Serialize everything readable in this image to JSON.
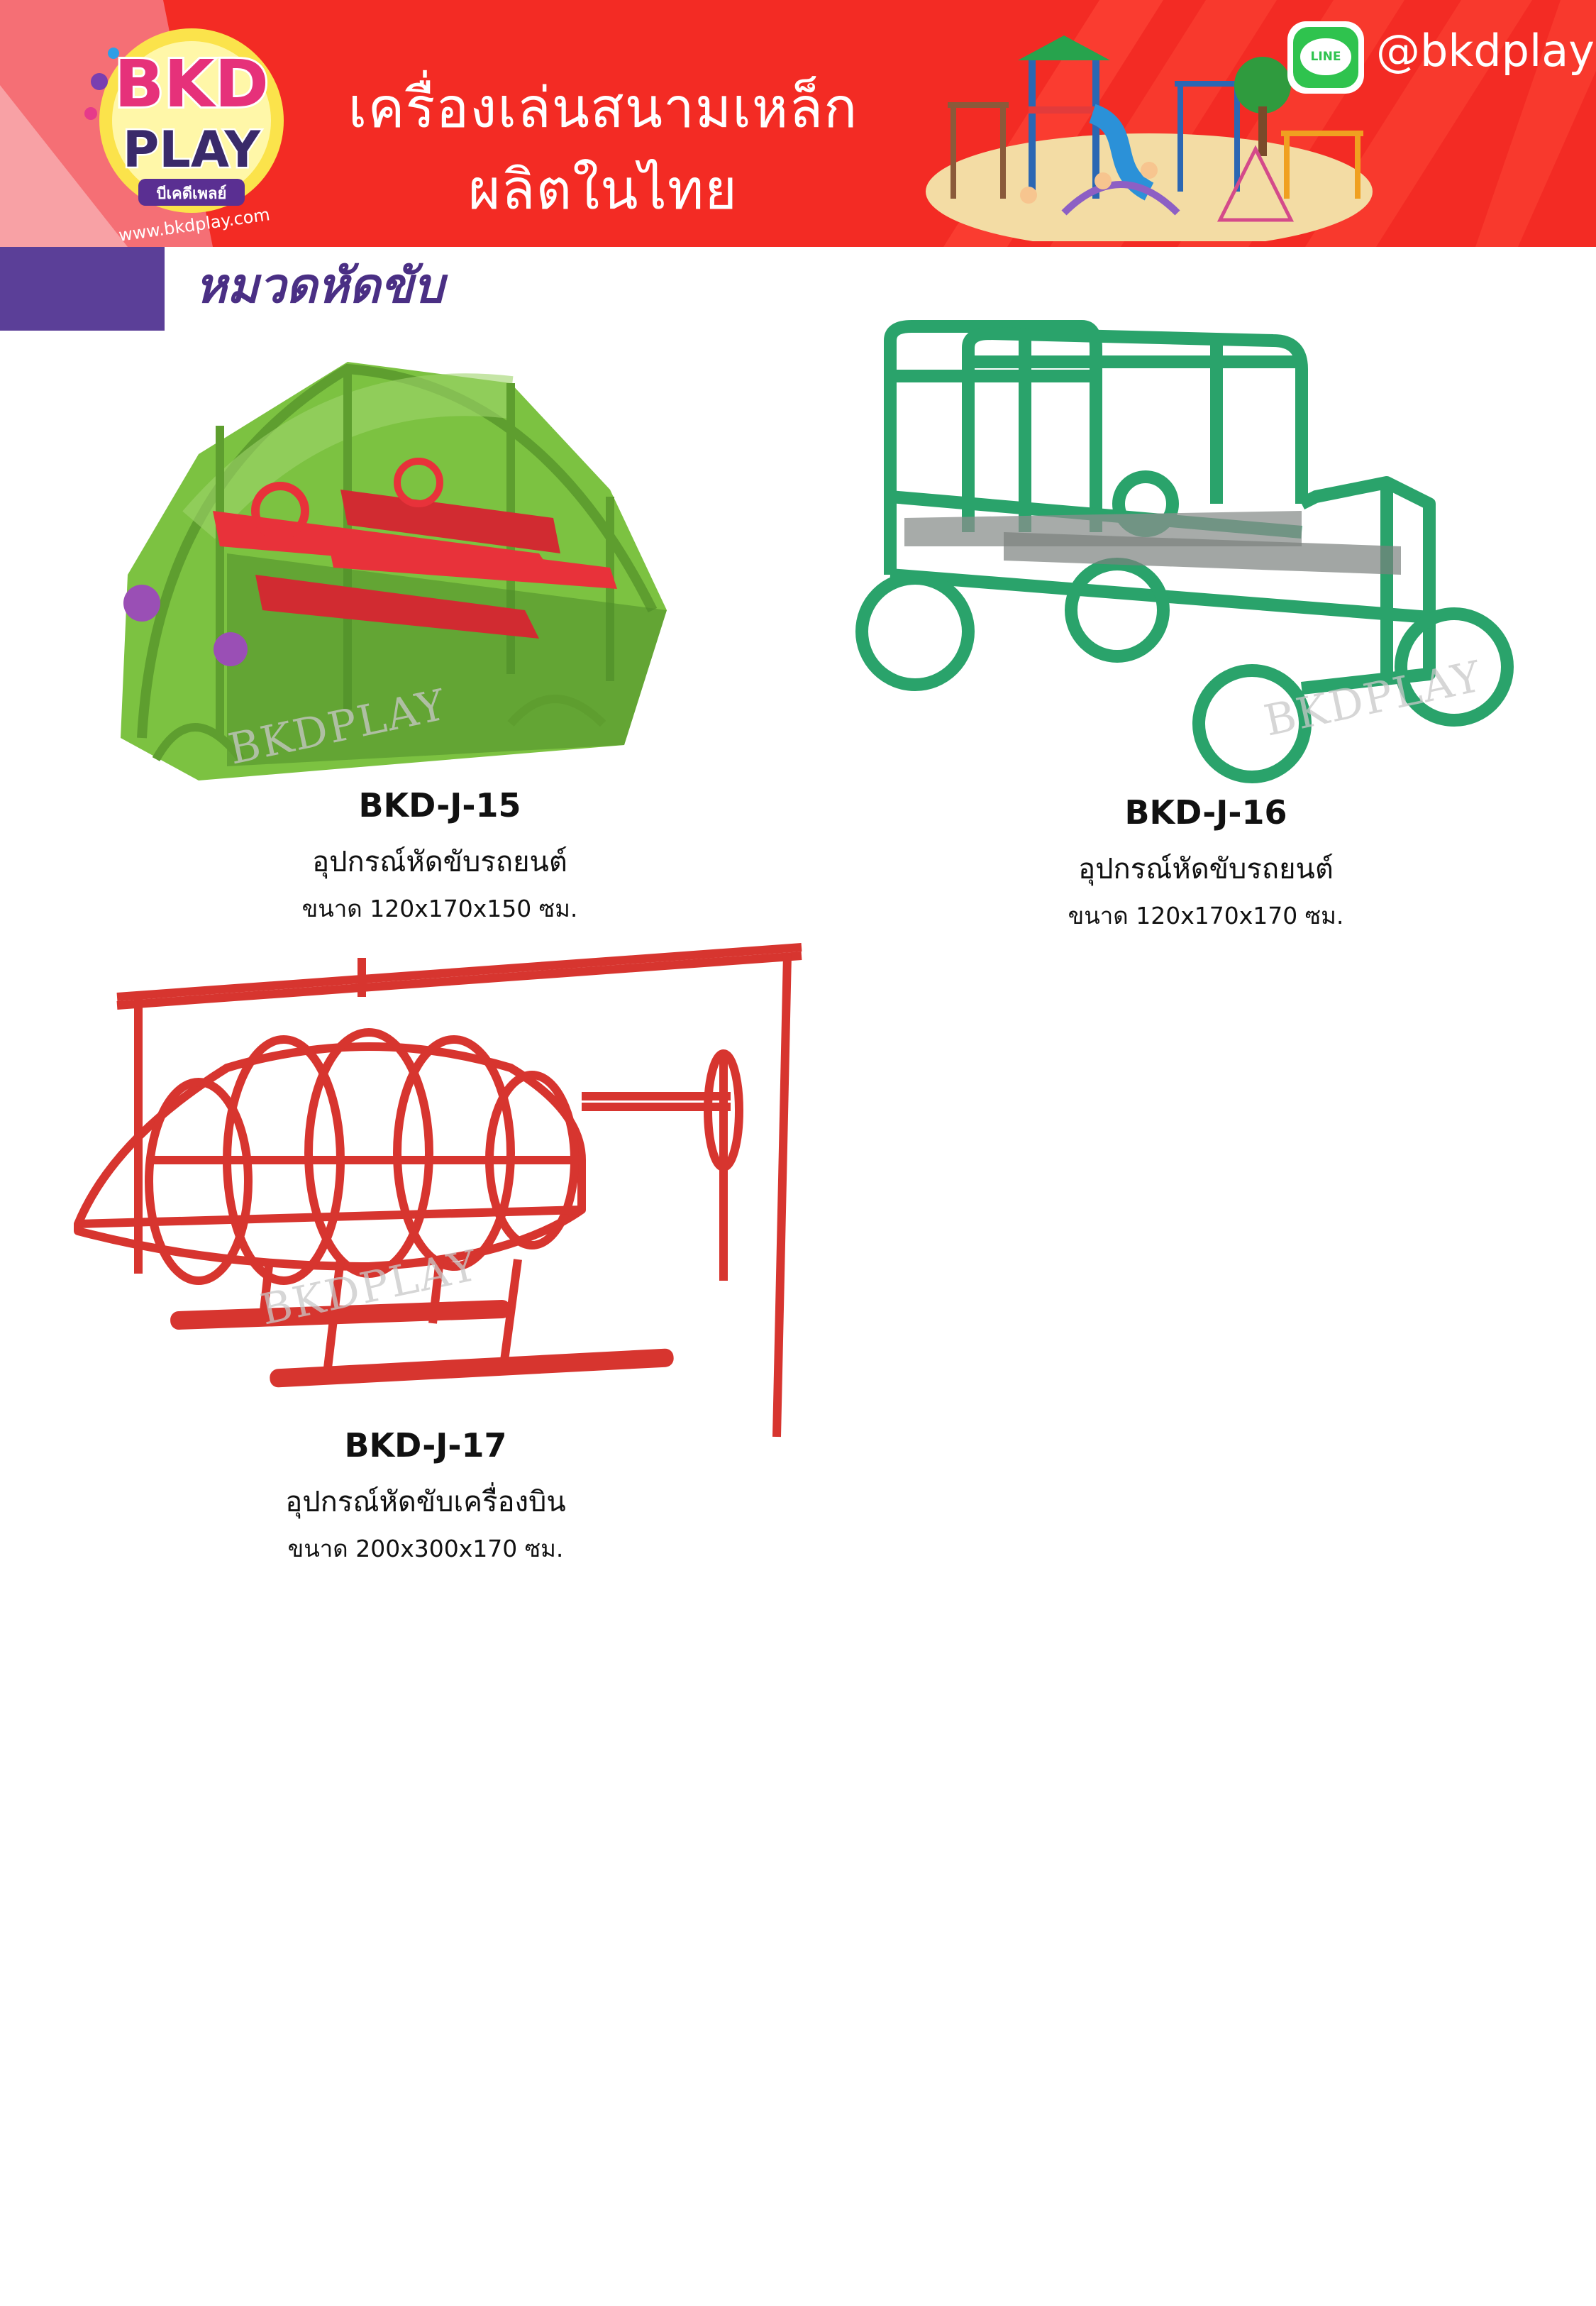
{
  "header": {
    "brand_line1": "BKD",
    "brand_line2": "PLAY",
    "brand_thai": "บีเคดีเพลย์",
    "brand_url": "www.bkdplay.com",
    "headline_line1": "เครื่องเล่นสนามเหล็ก",
    "headline_line2": "ผลิตในไทย",
    "line_badge": "LINE",
    "line_handle": "@bkdplay"
  },
  "category": {
    "title": "หมวดหัดขับ"
  },
  "products": [
    {
      "watermark": "BKDPLAY",
      "code": "BKD-J-15",
      "name": "อุปกรณ์หัดขับรถยนต์",
      "size": "ขนาด 120x170x150 ซม."
    },
    {
      "watermark": "BKDPLAY",
      "code": "BKD-J-16",
      "name": "อุปกรณ์หัดขับรถยนต์",
      "size": "ขนาด 120x170x170 ซม."
    },
    {
      "watermark": "BKDPLAY",
      "code": "BKD-J-17",
      "name": "อุปกรณ์หัดขับเครื่องบิน",
      "size": "ขนาด 200x300x170 ซม."
    }
  ],
  "colors": {
    "banner_red": "#f32b24",
    "category_purple": "#5b3f98",
    "car_green_light": "#7cc241",
    "car_green_dark": "#2aa36b",
    "helicopter_red": "#d7352f",
    "line_green": "#2fc34e"
  }
}
